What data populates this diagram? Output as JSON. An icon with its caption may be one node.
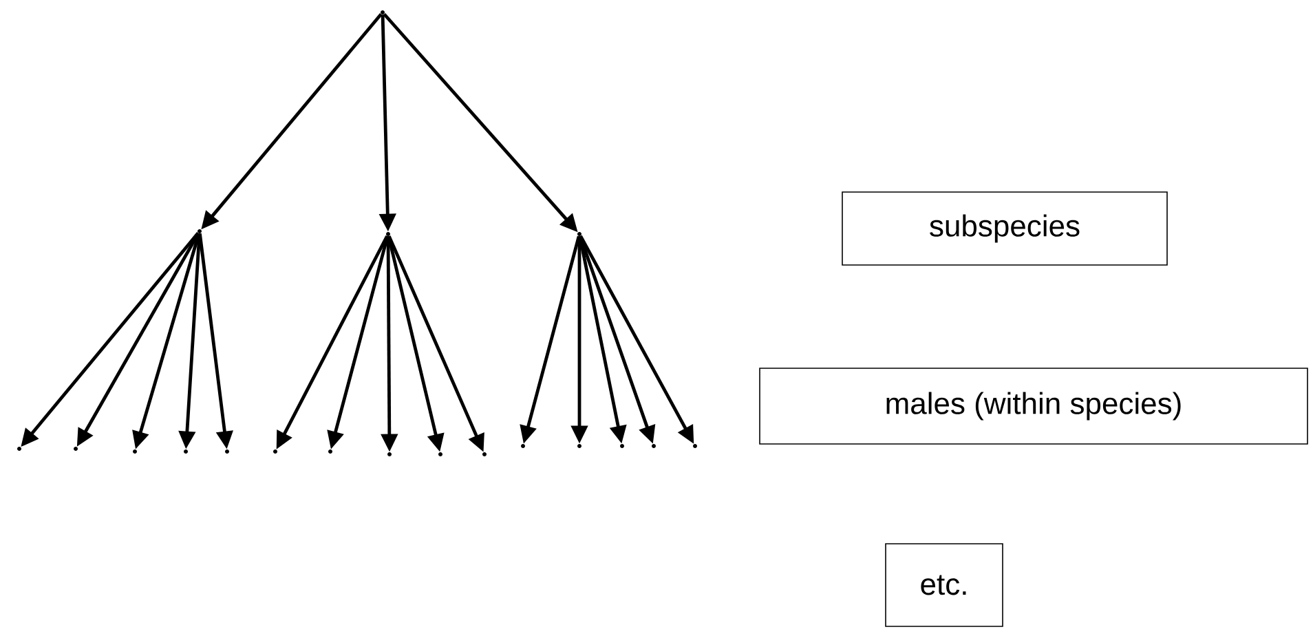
{
  "diagram": {
    "nodes": [
      {
        "text": [],
        "shape": "point"
      },
      {
        "text": [],
        "shape": "point"
      },
      {
        "text": [],
        "shape": "point"
      },
      {
        "text": [],
        "shape": "point"
      },
      {
        "text": [],
        "shape": "point"
      },
      {
        "text": [],
        "shape": "point"
      },
      {
        "text": [],
        "shape": "point"
      },
      {
        "text": [],
        "shape": "point"
      },
      {
        "text": [],
        "shape": "point"
      },
      {
        "text": [],
        "shape": "point"
      },
      {
        "text": [],
        "shape": "point"
      },
      {
        "text": [],
        "shape": "point"
      },
      {
        "text": [],
        "shape": "point"
      },
      {
        "text": [],
        "shape": "point"
      },
      {
        "text": [],
        "shape": "point"
      },
      {
        "text": [],
        "shape": "point"
      },
      {
        "text": [],
        "shape": "point"
      },
      {
        "text": [],
        "shape": "point"
      },
      {
        "text": [],
        "shape": "point"
      },
      {
        "text": [
          "subspecies"
        ]
      },
      {
        "text": [
          "males (within species)"
        ]
      },
      {
        "text": [
          "etc."
        ]
      }
    ],
    "edges": [
      {
        "from": 0,
        "to": 1,
        "arrow": "to"
      },
      {
        "from": 0,
        "to": 2,
        "arrow": "to"
      },
      {
        "from": 0,
        "to": 3,
        "arrow": "to"
      },
      {
        "from": 1,
        "to": 4,
        "arrow": "to"
      },
      {
        "from": 1,
        "to": 5,
        "arrow": "to"
      },
      {
        "from": 1,
        "to": 6,
        "arrow": "to"
      },
      {
        "from": 1,
        "to": 7,
        "arrow": "to"
      },
      {
        "from": 1,
        "to": 8,
        "arrow": "to"
      },
      {
        "from": 2,
        "to": 9,
        "arrow": "to"
      },
      {
        "from": 2,
        "to": 10,
        "arrow": "to"
      },
      {
        "from": 2,
        "to": 11,
        "arrow": "to"
      },
      {
        "from": 2,
        "to": 12,
        "arrow": "to"
      },
      {
        "from": 2,
        "to": 13,
        "arrow": "to"
      },
      {
        "from": 3,
        "to": 14,
        "arrow": "to"
      },
      {
        "from": 3,
        "to": 15,
        "arrow": "to"
      },
      {
        "from": 3,
        "to": 16,
        "arrow": "to"
      },
      {
        "from": 3,
        "to": 17,
        "arrow": "to"
      },
      {
        "from": 3,
        "to": 18,
        "arrow": "to"
      }
    ]
  }
}
